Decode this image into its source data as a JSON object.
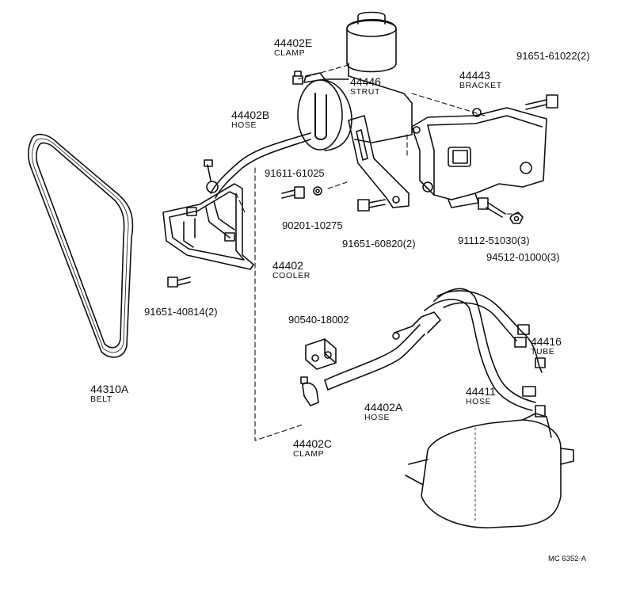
{
  "labels": {
    "clamp_e": {
      "number": "44402E",
      "name": "CLAMP"
    },
    "strut": {
      "number": "44446",
      "name": "STRUT"
    },
    "bracket": {
      "number": "44443",
      "name": "BRACKET"
    },
    "hose_b": {
      "number": "44402B",
      "name": "HOSE"
    },
    "cooler": {
      "number": "44402",
      "name": "COOLER"
    },
    "belt": {
      "number": "44310A",
      "name": "BELT"
    },
    "hose_a": {
      "number": "44402A",
      "name": "HOSE"
    },
    "hose_44411": {
      "number": "44411",
      "name": "HOSE"
    },
    "tube": {
      "number": "44416",
      "name": "TUBE"
    },
    "clamp_c": {
      "number": "44402C",
      "name": "CLAMP"
    }
  },
  "part_codes": {
    "bolt_61022": "91651-61022(2)",
    "bolt_61025": "91611-61025",
    "washer_10275": "90201-10275",
    "bolt_60820": "91651-60820(2)",
    "bolt_51030": "91112-51030(3)",
    "nut_01000": "94512-01000(3)",
    "bolt_40814": "91651-40814(2)",
    "cushion_18002": "90540-18002"
  },
  "reference": "MC 6352-A"
}
